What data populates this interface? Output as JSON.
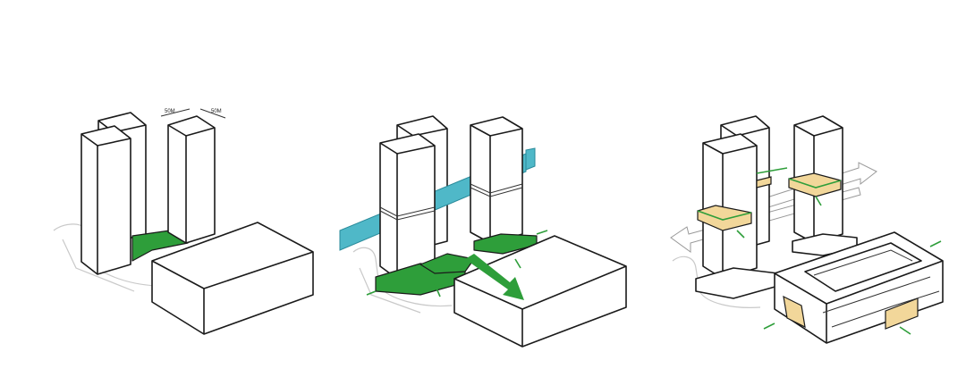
{
  "diagrams": [
    {
      "id": "stage-1",
      "dimension_labels": [
        "50M",
        "50M"
      ]
    },
    {
      "id": "stage-2"
    },
    {
      "id": "stage-3"
    }
  ],
  "colors": {
    "green": "#2e9e3a",
    "cyan": "#4fb8c8",
    "tan": "#f2d79a",
    "line": "#1a1a1a"
  }
}
